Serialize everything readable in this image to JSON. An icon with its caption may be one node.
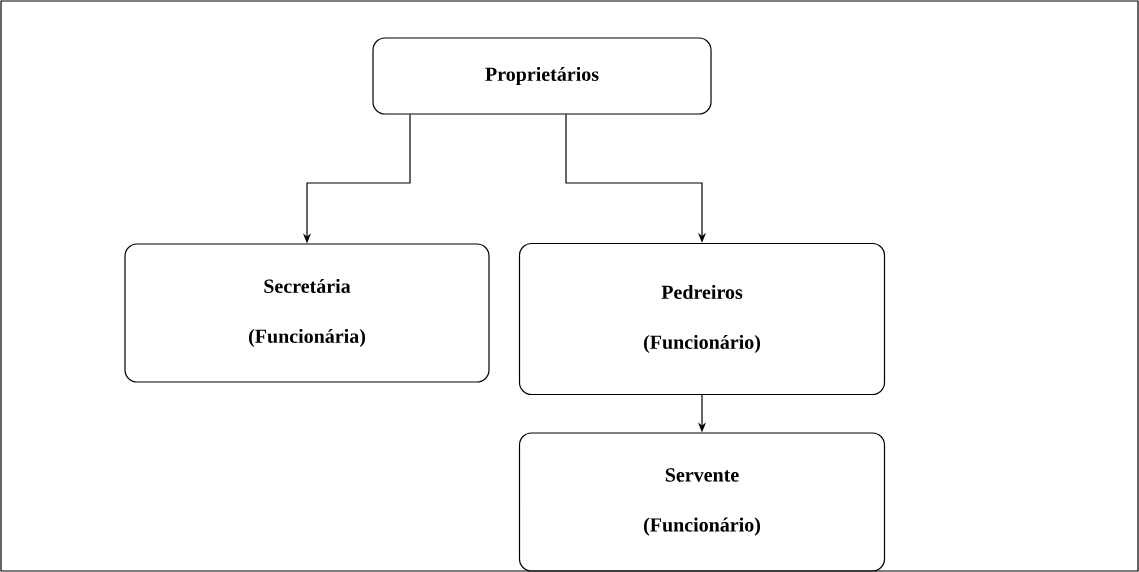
{
  "diagram": {
    "nodes": [
      {
        "text": [
          "Proprietários"
        ]
      },
      {
        "text": [
          "Secretária",
          "(Funcionária)"
        ]
      },
      {
        "text": [
          "Pedreiros",
          "(Funcionário)"
        ]
      },
      {
        "text": [
          "Servente",
          "(Funcionário)"
        ]
      }
    ],
    "edges": [
      {
        "from": 0,
        "to": 1,
        "arrow": "to"
      },
      {
        "from": 0,
        "to": 2,
        "arrow": "to"
      },
      {
        "from": 2,
        "to": 3,
        "arrow": "to"
      }
    ]
  }
}
